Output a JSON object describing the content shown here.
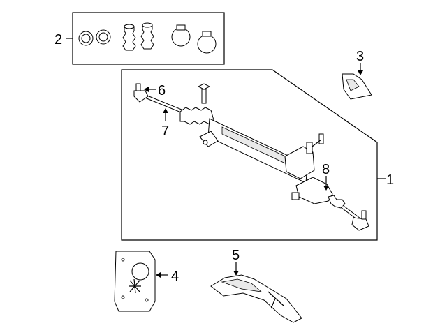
{
  "callouts": {
    "c1": "1",
    "c2": "2",
    "c3": "3",
    "c4": "4",
    "c5": "5",
    "c6": "6",
    "c7": "7",
    "c8": "8"
  },
  "colors": {
    "line": "#000000",
    "background": "#ffffff",
    "shade": "#e9e9e9"
  }
}
